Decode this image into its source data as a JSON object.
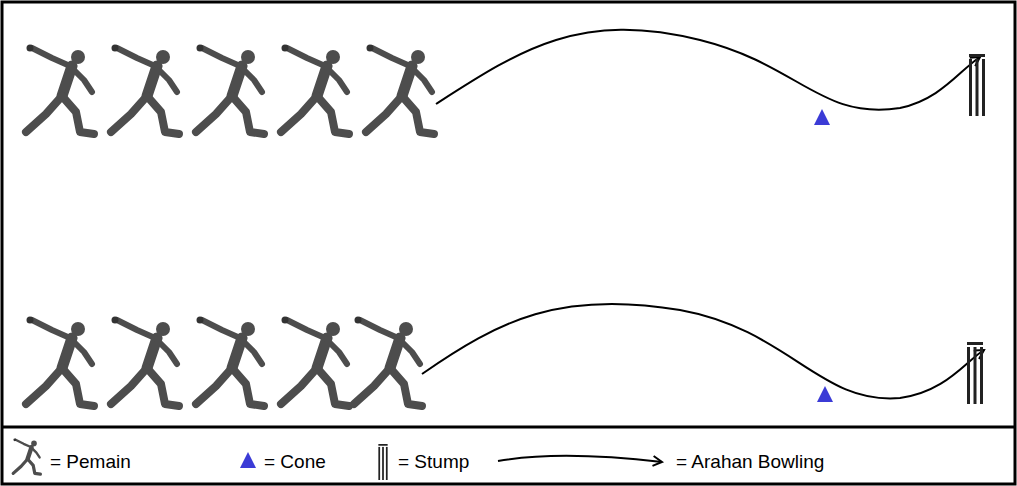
{
  "diagram": {
    "legend": [
      {
        "text": "= Pemain"
      },
      {
        "text": "= Cone"
      },
      {
        "text": "= Stump"
      },
      {
        "text": "= Arahan Bowling"
      }
    ]
  }
}
